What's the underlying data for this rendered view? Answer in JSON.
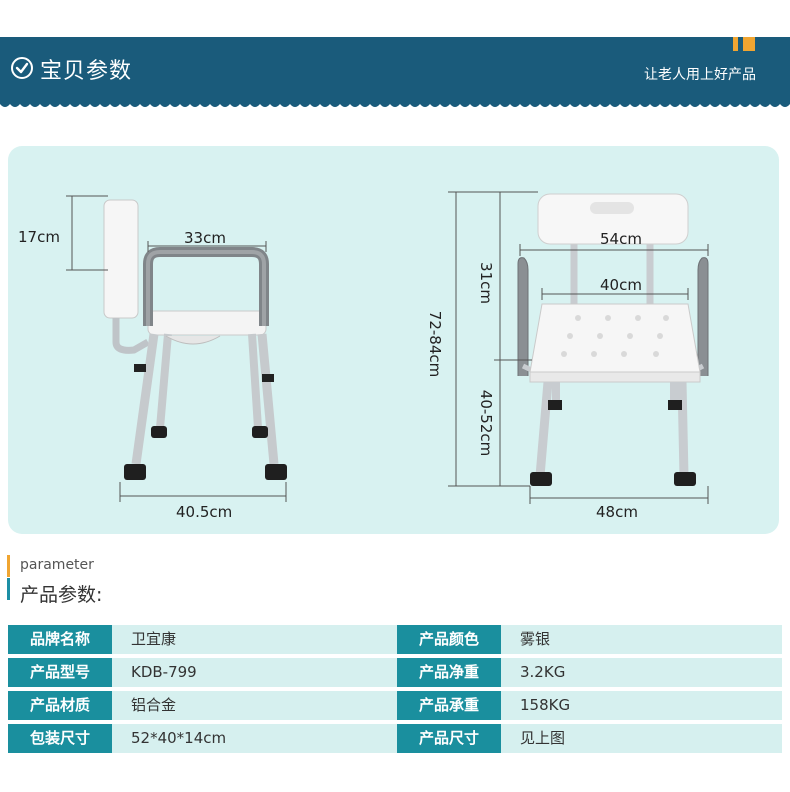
{
  "header": {
    "title": "宝贝参数",
    "slogan": "让老人用上好产品",
    "icon": "check-circle-icon",
    "colors": {
      "banner": "#1a5b7b",
      "accent": "#f0a531",
      "teal": "#1a8f9e",
      "panel": "#d8f2f1"
    }
  },
  "diagram": {
    "side": {
      "back_height": "17cm",
      "seat_width": "33cm",
      "base_depth": "40.5cm"
    },
    "front": {
      "back_width": "54cm",
      "back_height": "31cm",
      "seat_width": "40cm",
      "total_height": "72-84cm",
      "seat_height": "40-52cm",
      "base_width": "48cm"
    }
  },
  "params": {
    "en": "parameter",
    "cn": "产品参数:",
    "rows": [
      {
        "label1": "品牌名称",
        "value1": "卫宜康",
        "label2": "产品颜色",
        "value2": "雾银"
      },
      {
        "label1": "产品型号",
        "value1": "KDB-799",
        "label2": "产品净重",
        "value2": "3.2KG"
      },
      {
        "label1": "产品材质",
        "value1": "铝合金",
        "label2": "产品承重",
        "value2": "158KG"
      },
      {
        "label1": "包装尺寸",
        "value1": "52*40*14cm",
        "label2": "产品尺寸",
        "value2": "见上图"
      }
    ]
  }
}
